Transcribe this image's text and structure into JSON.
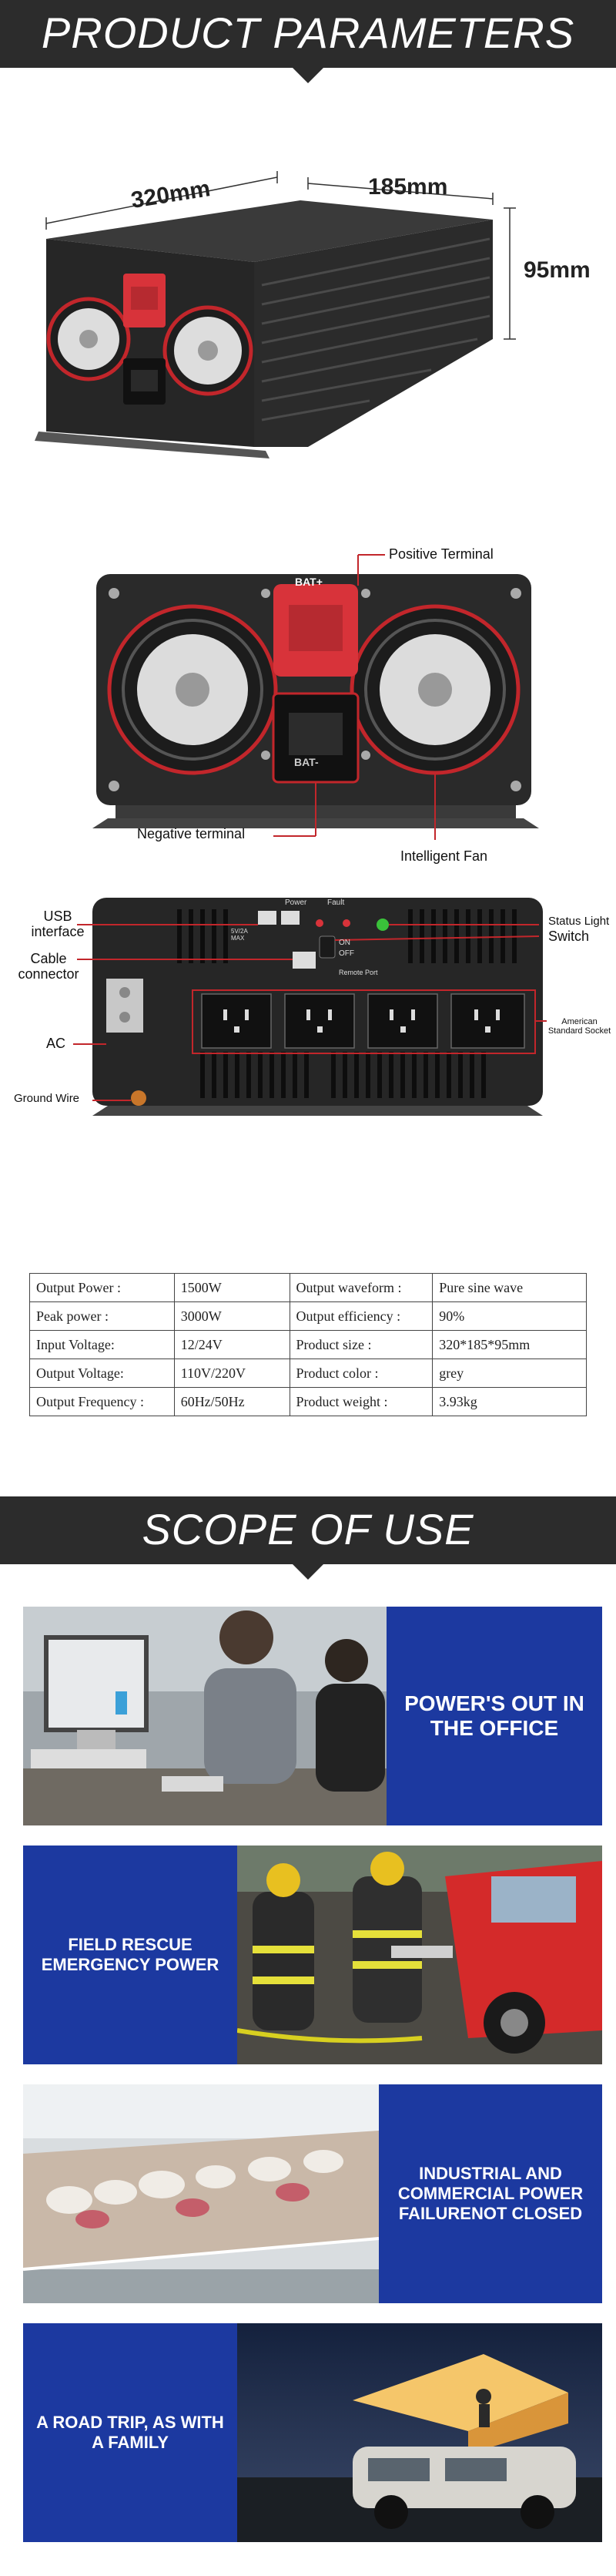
{
  "sections": {
    "parameters_title": "PRODUCT PARAMETERS",
    "scope_title": "SCOPE OF USE"
  },
  "dimensions": {
    "length": "320mm",
    "width": "185mm",
    "height": "95mm"
  },
  "callouts": {
    "positive_terminal": "Positive Terminal",
    "negative_terminal": "Negative terminal",
    "intelligent_fan": "Intelligent Fan",
    "usb_interface": "USB interface",
    "cable_connector": "Cable connector",
    "ac": "AC",
    "ground_wire": "Ground Wire",
    "status_light": "Status Light",
    "switch": "Switch",
    "american_socket": "American Standard Socket"
  },
  "panel_marks": {
    "bat_plus": "BAT+",
    "bat_minus": "BAT-",
    "power": "Power",
    "fault": "Fault",
    "on": "ON",
    "off": "OFF",
    "remote_port": "Remote Port",
    "usb_rating": "5V/2A MAX"
  },
  "specs": [
    {
      "label_a": "Output Power :",
      "value_a": "1500W",
      "label_b": "Output waveform :",
      "value_b": "Pure sine wave"
    },
    {
      "label_a": "Peak power :",
      "value_a": "3000W",
      "label_b": "Output efficiency :",
      "value_b": "90%"
    },
    {
      "label_a": "Input Voltage:",
      "value_a": "12/24V",
      "label_b": "Product size :",
      "value_b": "320*185*95mm"
    },
    {
      "label_a": "Output Voltage:",
      "value_a": "110V/220V",
      "label_b": "Product color :",
      "value_b": "grey"
    },
    {
      "label_a": "Output Frequency :",
      "value_a": "60Hz/50Hz",
      "label_b": "Product weight :",
      "value_b": "3.93kg"
    }
  ],
  "scope": [
    {
      "text": "POWER'S OUT IN THE OFFICE"
    },
    {
      "text": "FIELD RESCUE EMERGENCY POWER"
    },
    {
      "text": "INDUSTRIAL AND COMMERCIAL POWER FAILURENOT CLOSED"
    },
    {
      "text": "A ROAD TRIP, AS WITH A FAMILY"
    }
  ],
  "colors": {
    "banner": "#2c2c2c",
    "accent_blue": "#1c39a0",
    "terminal_red": "#d8333a",
    "fan_red": "#c2262b"
  }
}
